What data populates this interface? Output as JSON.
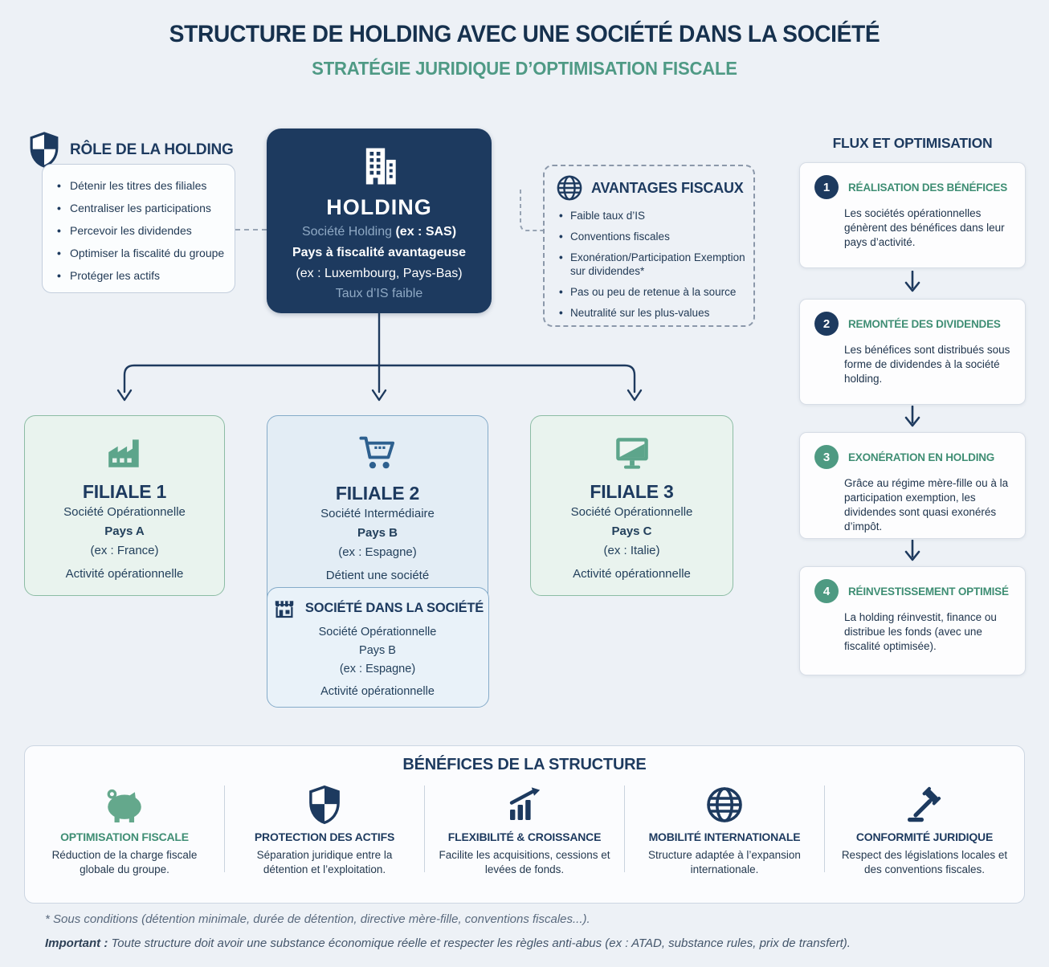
{
  "header": {
    "title": "STRUCTURE DE HOLDING AVEC UNE SOCIÉTÉ DANS LA SOCIÉTÉ",
    "subtitle": "STRATÉGIE JURIDIQUE D’OPTIMISATION FISCALE"
  },
  "role": {
    "title": "RÔLE DE LA HOLDING",
    "items": [
      "Détenir les titres des filiales",
      "Centraliser les participations",
      "Percevoir les dividendes",
      "Optimiser la fiscalité du groupe",
      "Protéger les actifs"
    ]
  },
  "holding": {
    "title": "HOLDING",
    "line1_muted": "Société Holding",
    "line1_bold": "(ex : SAS)",
    "line2": "Pays à fiscalité avantageuse",
    "line3": "(ex : Luxembourg, Pays-Bas)",
    "line4": "Taux d’IS faible"
  },
  "advantages": {
    "title": "AVANTAGES FISCAUX",
    "items": [
      "Faible taux d’IS",
      "Conventions fiscales",
      "Exonération/Participation Exemption sur dividendes*",
      "Pas ou peu de retenue à la source",
      "Neutralité sur les plus-values"
    ]
  },
  "flux": {
    "title": "FLUX ET OPTIMISATION",
    "steps": [
      {
        "num": "1",
        "heading": "RÉALISATION DES BÉNÉFICES",
        "body": "Les sociétés opérationnelles génèrent des bénéfices dans leur pays d’activité."
      },
      {
        "num": "2",
        "heading": "REMONTÉE DES DIVIDENDES",
        "body": "Les bénéfices sont distribués sous forme de dividendes à la société holding."
      },
      {
        "num": "3",
        "heading": "EXONÉRATION EN HOLDING",
        "body": "Grâce au régime mère-fille ou à la participation exemption, les dividendes sont quasi exonérés d’impôt."
      },
      {
        "num": "4",
        "heading": "RÉINVESTISSEMENT OPTIMISÉ",
        "body": "La holding réinvestit, finance ou distribue les fonds (avec une fiscalité optimisée)."
      }
    ]
  },
  "filiales": [
    {
      "title": "FILIALE 1",
      "line1": "Société Opérationnelle",
      "line2": "Pays A",
      "line3": "(ex : France)",
      "line4": "Activité opérationnelle",
      "icon": "factory-icon"
    },
    {
      "title": "FILIALE 2",
      "line1": "Société Intermédiaire",
      "line2": "Pays B",
      "line3": "(ex : Espagne)",
      "line4": "Détient une société",
      "icon": "cart-icon"
    },
    {
      "title": "FILIALE 3",
      "line1": "Société Opérationnelle",
      "line2": "Pays C",
      "line3": "(ex : Italie)",
      "line4": "Activité opérationnelle",
      "icon": "monitor-icon"
    }
  ],
  "sub_company": {
    "title": "SOCIÉTÉ DANS LA SOCIÉTÉ",
    "line1": "Société Opérationnelle",
    "line2": "Pays B",
    "line3": "(ex : Espagne)",
    "line4": "Activité opérationnelle",
    "icon": "storefront-icon"
  },
  "benefits": {
    "title": "BÉNÉFICES DE LA STRUCTURE",
    "items": [
      {
        "heading": "OPTIMISATION FISCALE",
        "body": "Réduction de la charge fiscale globale du groupe.",
        "icon": "piggy-bank-icon"
      },
      {
        "heading": "PROTECTION DES ACTIFS",
        "body": "Séparation juridique entre la détention et l’exploitation.",
        "icon": "shield-icon"
      },
      {
        "heading": "FLEXIBILITÉ & CROISSANCE",
        "body": "Facilite les acquisitions, cessions et levées de fonds.",
        "icon": "growth-chart-icon"
      },
      {
        "heading": "MOBILITÉ INTERNATIONALE",
        "body": "Structure adaptée à l’expansion internationale.",
        "icon": "globe-icon"
      },
      {
        "heading": "CONFORMITÉ JURIDIQUE",
        "body": "Respect des législations locales et des conventions fiscales.",
        "icon": "gavel-icon"
      }
    ]
  },
  "footnotes": {
    "note1": "* Sous conditions (détention minimale, durée de détention, directive mère-fille, conventions fiscales...).",
    "note2_label": "Important :",
    "note2_text": " Toute structure doit avoir une substance économique réelle et respecter les règles anti-abus (ex : ATAD, substance rules, prix de transfert)."
  },
  "colors": {
    "background": "#edf1f6",
    "navy": "#1d3a5f",
    "teal_green": "#4f9a85",
    "step_heading_green": "#3f8e74",
    "filiale_green_bg": "#e9f3ee",
    "filiale_green_border": "#8cbca4",
    "filiale_blue_bg": "#e3edf5",
    "filiale_blue_border": "#85abc9",
    "icon_teal": "#5da58b",
    "icon_blue": "#2d608f",
    "dash_grey": "#98a4b4"
  }
}
